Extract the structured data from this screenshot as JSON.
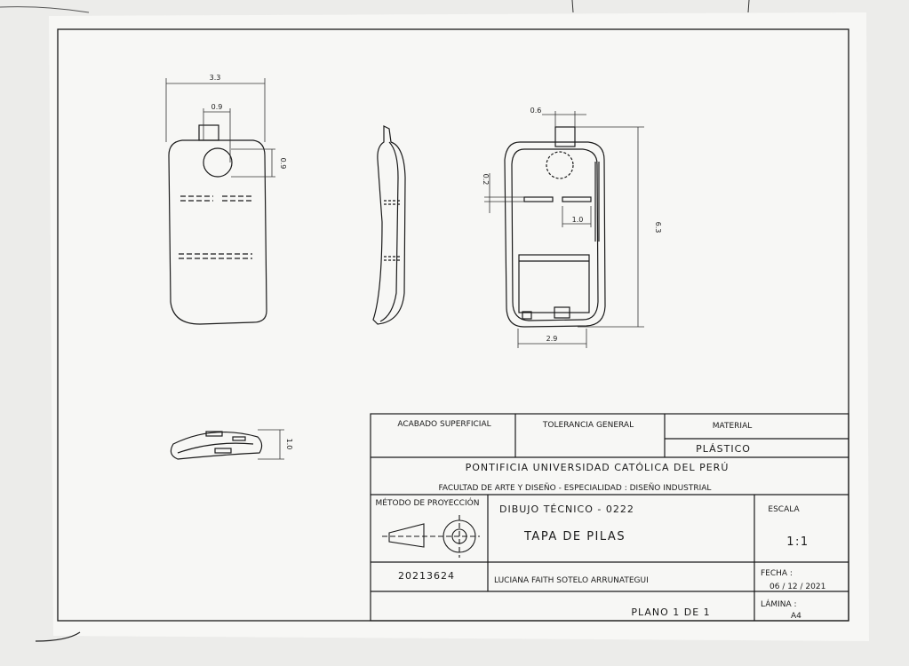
{
  "dimensions": {
    "front_width": "3.3",
    "tab_width": "0.9",
    "hole_height": "0.9",
    "slot_height": "0.2",
    "back_tab_width": "0.6",
    "back_height": "6.3",
    "back_slot_width": "1.0",
    "back_width": "2.9",
    "bottom_thickness": "1.0"
  },
  "title_block": {
    "acabado_label": "ACABADO SUPERFICIAL",
    "tolerancia_label": "TOLERANCIA GENERAL",
    "material_label": "MATERIAL",
    "material_value": "PLÁSTICO",
    "university": "PONTIFICIA UNIVERSIDAD CATÓLICA DEL PERÚ",
    "faculty": "FACULTAD DE ARTE Y DISEÑO - ESPECIALIDAD : DISEÑO INDUSTRIAL",
    "metodo_label": "MÉTODO DE PROYECCIÓN",
    "course": "DIBUJO TÉCNICO   -   0222",
    "drawing_title": "TAPA DE PILAS",
    "escala_label": "ESCALA",
    "escala_value": "1:1",
    "student_code": "20213624",
    "student_name": "LUCIANA FAITH SOTELO ARRUNATEGUI",
    "fecha_label": "FECHA :",
    "fecha_value": "06 / 12 / 2021",
    "plano": "PLANO 1 DE 1",
    "lamina_label": "LÁMINA :",
    "lamina_value": "A4"
  }
}
